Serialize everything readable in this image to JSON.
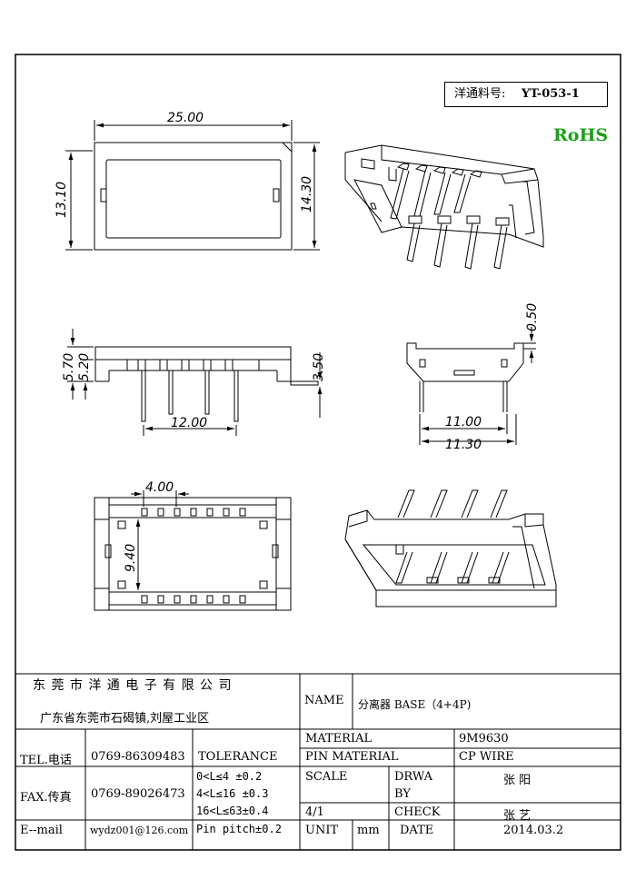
{
  "header": {
    "part_no_label": "洋通料号:",
    "part_no": "YT-053-1",
    "rohs": "RoHS"
  },
  "dimensions": {
    "top_width": "25.00",
    "top_height_left": "13.10",
    "top_height_right": "14.30",
    "front_5_70": "5.70",
    "front_5_20": "5.20",
    "front_3_50": "3.50",
    "front_12_00": "12.00",
    "side_0_50": "0.50",
    "side_11_00": "11.00",
    "side_11_30": "11.30",
    "bottom_4_00": "4.00",
    "bottom_9_40": "9.40"
  },
  "title_block": {
    "company": "东 莞 市 洋 通 电 子 有 限 公 司",
    "address": "广东省东莞市石碣镇,刘屋工业区",
    "name_label": "NAME",
    "name_value": "分离器 BASE（4+4P)",
    "material_label": "MATERIAL",
    "material_value": "9M9630",
    "pin_material_label": "PIN MATERIAL",
    "pin_material_value": "CP WIRE",
    "tel_label": "TEL.电话",
    "tel_value": "0769-86309483",
    "tolerance_label": "TOLERANCE",
    "fax_label": "FAX.传真",
    "fax_value": "0769-89026473",
    "email_label": "E--mail",
    "email_value": "wydz001@126.com",
    "tol_1": "0<L≤4  ±0.2",
    "tol_2": "4<L≤16 ±0.3",
    "tol_3": "16<L≤63±0.4",
    "tol_4": "Pin pitch±0.2",
    "scale_label": "SCALE",
    "scale_value": "4/1",
    "drawn_label_1": "DRWA",
    "drawn_label_2": "BY",
    "drawn_value": "张 阳",
    "check_label": "CHECK",
    "check_value": "张 艺",
    "unit_label": "UNIT",
    "unit_value": "mm",
    "date_label": "DATE",
    "date_value": "2014.03.2"
  }
}
